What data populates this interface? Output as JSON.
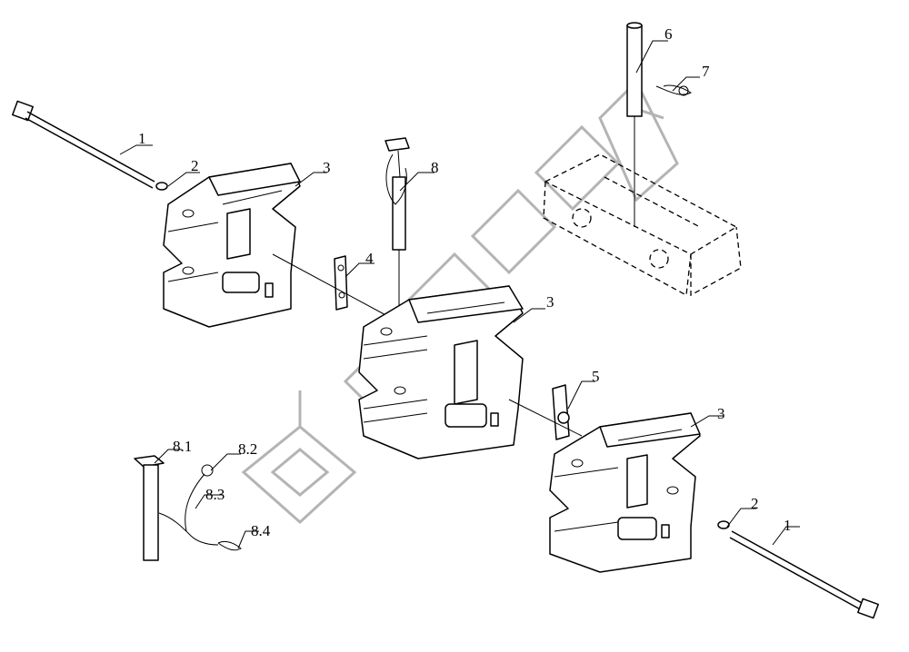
{
  "callouts": {
    "c1_left": "1",
    "c2_left": "2",
    "c3_left": "3",
    "c4": "4",
    "c8": "8",
    "c6": "6",
    "c7": "7",
    "c3_center": "3",
    "c5": "5",
    "c3_right": "3",
    "c2_right": "2",
    "c1_right": "1",
    "c81": "8.1",
    "c82": "8.2",
    "c83": "8.3",
    "c84": "8.4"
  },
  "colors": {
    "line": "#000000",
    "watermark": "#b4b4b4",
    "background": "#ffffff"
  }
}
